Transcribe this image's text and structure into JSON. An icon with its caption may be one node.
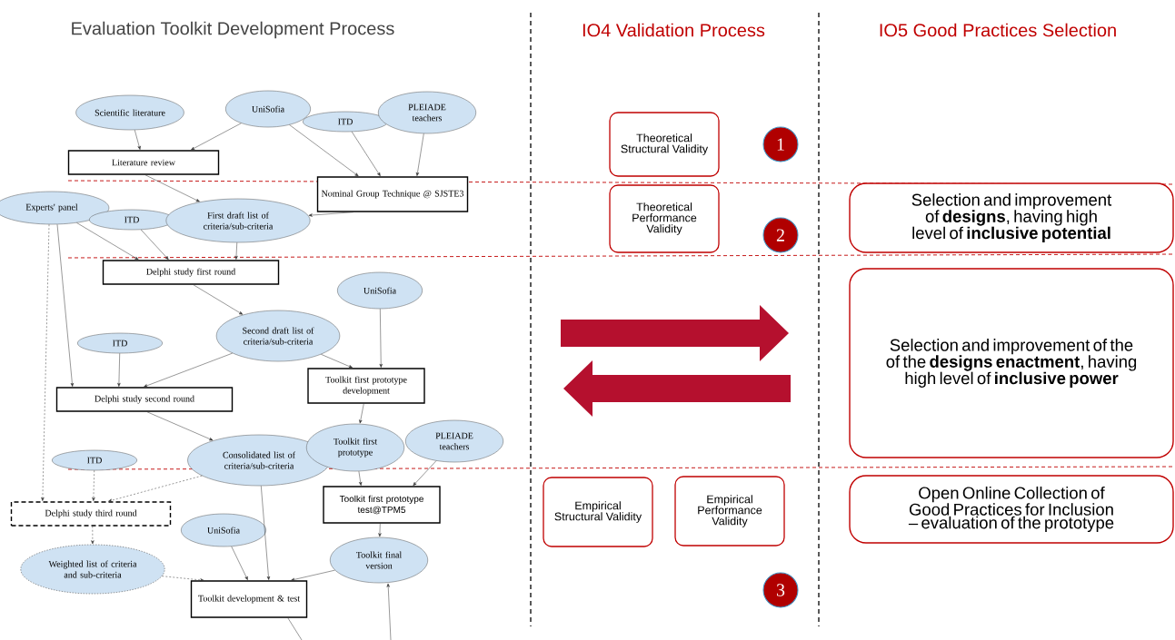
{
  "diagram": {
    "nodes": [
      {
        "text": [
          "Scientific literature"
        ]
      },
      {
        "text": [
          "UniSofia"
        ]
      },
      {
        "text": [
          "ITD"
        ]
      },
      {
        "text": [
          "PLEIADE teachers"
        ]
      },
      {
        "text": [
          "Literature review"
        ]
      },
      {
        "text": [
          "Nominal Group Technique @ SJSTE3"
        ]
      },
      {
        "text": [
          "Experts' panel"
        ]
      },
      {
        "text": [
          "ITD"
        ]
      },
      {
        "text": [
          "First draft list of criteria/sub-criteria"
        ]
      },
      {
        "text": [
          "Delphi study first round"
        ]
      },
      {
        "text": [
          "UniSofia"
        ]
      },
      {
        "text": [
          "Second draft list of criteria/sub-criteria"
        ]
      },
      {
        "text": [
          "ITD"
        ]
      },
      {
        "text": [
          "Toolkit first prototype development"
        ]
      },
      {
        "text": [
          "Delphi study second round"
        ]
      },
      {
        "text": [
          "Consolidated list of criteria/sub-criteria"
        ]
      },
      {
        "text": [
          "Toolkit first prototype"
        ]
      },
      {
        "text": [
          "PLEIADE teachers"
        ]
      },
      {
        "text": [
          "ITD"
        ]
      },
      {
        "text": [
          "Toolkit first prototype test@TPM5"
        ]
      },
      {
        "text": [
          "Delphi study third round"
        ]
      },
      {
        "text": [
          "UniSofia"
        ]
      },
      {
        "text": [
          "Weighted list of criteria and sub-criteria"
        ]
      },
      {
        "text": [
          "Toolkit final version"
        ]
      },
      {
        "text": [
          "Toolkit development & test"
        ]
      },
      {
        "text": [
          "Theoretical Structural Validity"
        ]
      },
      {
        "text": [
          "Theoretical Performance Validity"
        ]
      },
      {
        "text": [
          "Selection and improvement of **designs**, having high level of **inclusive potential**"
        ]
      },
      {
        "text": [
          "Selection and improvement of the of the **designs enactment**, having high level of **inclusive power**"
        ]
      },
      {
        "text": [
          "Empirical Structural Validity"
        ]
      },
      {
        "text": [
          "Empirical Performance Validity"
        ]
      },
      {
        "text": [
          "Open Online Collection of Good Practices for Inclusion – evaluation of the prototype"
        ]
      },
      {
        "text": [
          "1"
        ]
      },
      {
        "text": [
          "2"
        ]
      },
      {
        "text": [
          "3"
        ]
      }
    ],
    "edges": [
      {
        "from": 0,
        "to": 4,
        "arrow": "to"
      },
      {
        "from": 1,
        "to": 4,
        "arrow": "to"
      },
      {
        "from": 1,
        "to": 5,
        "arrow": "to"
      },
      {
        "from": 2,
        "to": 5,
        "arrow": "to"
      },
      {
        "from": 3,
        "to": 5,
        "arrow": "to"
      },
      {
        "from": 4,
        "to": 8,
        "arrow": "to"
      },
      {
        "from": 5,
        "to": 8,
        "arrow": "to"
      },
      {
        "from": 6,
        "to": 9,
        "arrow": "to"
      },
      {
        "from": 7,
        "to": 9,
        "arrow": "to"
      },
      {
        "from": 8,
        "to": 9,
        "arrow": "to"
      },
      {
        "from": 6,
        "to": 14,
        "arrow": "to"
      },
      {
        "from": 6,
        "to": 20,
        "arrow": "to",
        "style": "dashed"
      },
      {
        "from": 9,
        "to": 11,
        "arrow": "to"
      },
      {
        "from": 10,
        "to": 13,
        "arrow": "to"
      },
      {
        "from": 11,
        "to": 14,
        "arrow": "to"
      },
      {
        "from": 11,
        "to": 13,
        "arrow": "to"
      },
      {
        "from": 12,
        "to": 14,
        "arrow": "to"
      },
      {
        "from": 14,
        "to": 15,
        "arrow": "to"
      },
      {
        "from": 13,
        "to": 16,
        "arrow": "to"
      },
      {
        "from": 15,
        "to": 20,
        "arrow": "to",
        "style": "dashed"
      },
      {
        "from": 18,
        "to": 20,
        "arrow": "to",
        "style": "dashed"
      },
      {
        "from": 15,
        "to": 24,
        "arrow": "to"
      },
      {
        "from": 16,
        "to": 19,
        "arrow": "to"
      },
      {
        "from": 17,
        "to": 19,
        "arrow": "to"
      },
      {
        "from": 19,
        "to": 23,
        "arrow": "to"
      },
      {
        "from": 20,
        "to": 22,
        "arrow": "to",
        "style": "dashed"
      },
      {
        "from": 21,
        "to": 24,
        "arrow": "to"
      },
      {
        "from": 22,
        "to": 24,
        "arrow": "to",
        "style": "dashed"
      },
      {
        "from": 23,
        "to": 24,
        "arrow": "to"
      },
      {
        "from": 24,
        "to": null,
        "arrow": "none"
      },
      {
        "from": null,
        "to": 23,
        "arrow": "to"
      }
    ],
    "labels": [
      "Evaluation Toolkit Development Process",
      "IO4 Validation Process",
      "IO5 Good Practices Selection"
    ]
  }
}
